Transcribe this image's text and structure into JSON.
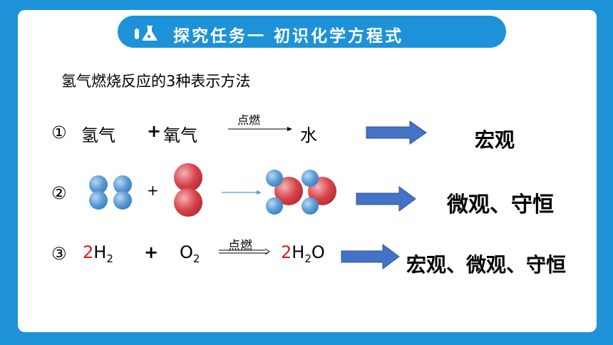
{
  "title": "探究任务一  初识化学方程式",
  "subtitle": "氢气燃烧反应的3种表示方法",
  "row1": {
    "num": "①",
    "reactant1": "氢气",
    "plus": "+",
    "reactant2": "氧气",
    "condition": "点燃",
    "product": "水",
    "label": "宏观"
  },
  "row2": {
    "num": "②",
    "plus": "+",
    "label": "微观、守恒"
  },
  "row3": {
    "num": "③",
    "coef1": "2",
    "h": "H",
    "sub2a": "2",
    "plus": "+",
    "o": "O",
    "sub2b": "2",
    "condition": "点燃",
    "coef2": "2",
    "h2": "H",
    "sub2c": "2",
    "o2": "O",
    "label": "宏观、微观、守恒"
  },
  "colors": {
    "background": "#1d92d8",
    "arrow": "#4472c4",
    "red": "#e0191f",
    "hydrogen": "#5b9bd5",
    "oxygen": "#d9444c"
  },
  "icons": [
    "test-tube-icon",
    "flask-icon"
  ]
}
